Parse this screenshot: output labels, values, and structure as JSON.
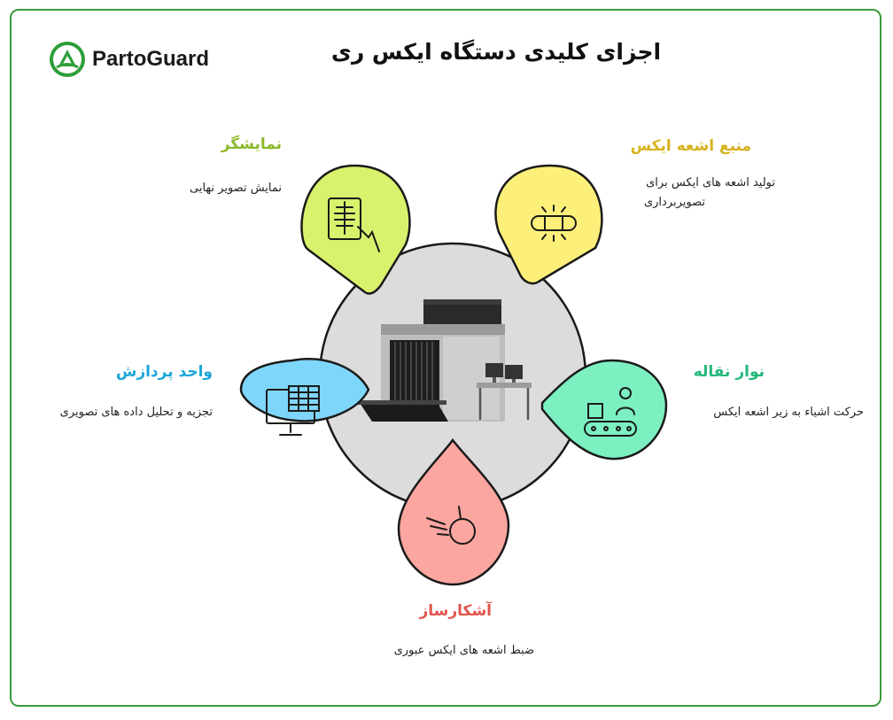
{
  "brand": {
    "name": "PartoGuard",
    "accent": "#2e9e3a"
  },
  "title": "اجزای کلیدی دستگاه ایکس ری",
  "components": [
    {
      "id": "display",
      "title": "نمایشگر",
      "desc": "نمایش تصویر نهایی",
      "color": "#d8f26d",
      "title_color": "#8db72a",
      "icon": "xray-hand-display-icon"
    },
    {
      "id": "source",
      "title": "منبع اشعه ایکس",
      "desc_line1": "تولید اشعه های ایکس برای",
      "desc_line2": "تصویربرداری",
      "color": "#fdf07a",
      "title_color": "#d6b21e",
      "icon": "xray-tube-icon"
    },
    {
      "id": "processing",
      "title": "واحد پردازش",
      "desc": "تجزیه و تحلیل داده های تصویری",
      "color": "#7fd6fb",
      "title_color": "#1ba6d8",
      "icon": "computer-monitor-icon"
    },
    {
      "id": "conveyor",
      "title": "نوار نقاله",
      "desc": "حرکت اشیاء به زیر اشعه ایکس",
      "color": "#7cf0c0",
      "title_color": "#22b77a",
      "icon": "conveyor-belt-icon"
    },
    {
      "id": "detector",
      "title": "آشکارساز",
      "desc": "ضبط اشعه های ایکس عبوری",
      "color": "#fba6a0",
      "title_color": "#e0544c",
      "icon": "detector-sensor-icon"
    }
  ]
}
